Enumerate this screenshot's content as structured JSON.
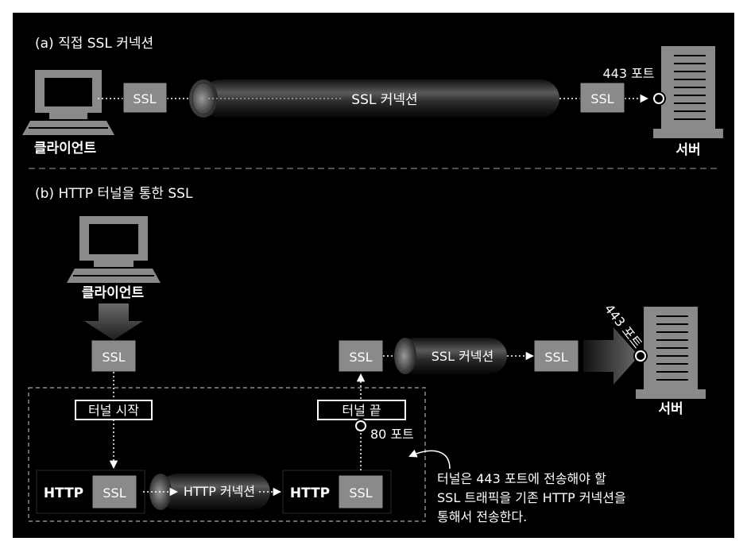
{
  "section_a": {
    "title": "(a) 직접 SSL 커넥션",
    "client_label": "클라이언트",
    "server_label": "서버",
    "ssl_label": "SSL",
    "connection_label": "SSL 커넥션",
    "port_label": "443 포트"
  },
  "section_b": {
    "title": "(b) HTTP 터널을 통한 SSL",
    "client_label": "클라이언트",
    "server_label": "서버",
    "ssl_label": "SSL",
    "http_label": "HTTP",
    "http_connection_label": "HTTP 커넥션",
    "ssl_connection_label": "SSL 커넥션",
    "tunnel_start_label": "터널 시작",
    "tunnel_end_label": "터널 끝",
    "port_80_label": "80 포트",
    "port_443_label": "443 포트",
    "note_lines": [
      "터널은 443 포트에 전송해야 할",
      "SSL 트래픽을 기존 HTTP 커넥션을",
      "통해서 전송한다."
    ]
  },
  "colors": {
    "background": "#000000",
    "box_fill": "#8a8a8a",
    "text": "#ffffff",
    "frame": "#ffffff"
  }
}
